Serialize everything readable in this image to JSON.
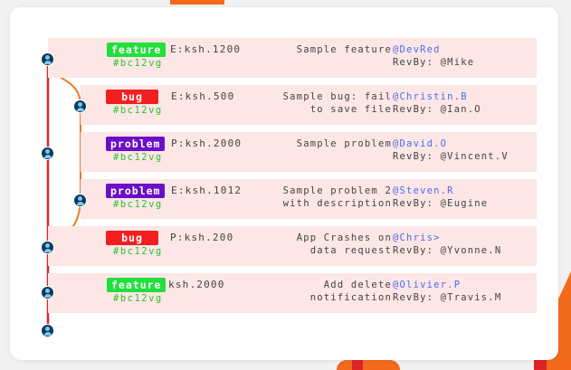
{
  "commits": [
    {
      "type": "feature",
      "badge": "feature",
      "hash": "#bc12vg",
      "code": "E:ksh.1200",
      "desc_line1": "Sample feature",
      "desc_line2": "",
      "author": "@DevRed",
      "reviewer": "RevBy: @Mike"
    },
    {
      "type": "bug",
      "badge": "bug",
      "hash": "#bc12vg",
      "code": "E:ksh.500",
      "desc_line1": "Sample bug: fail",
      "desc_line2": "to save file",
      "author": "@Christin.B",
      "reviewer": "RevBy: @Ian.O"
    },
    {
      "type": "problem",
      "badge": "problem",
      "hash": "#bc12vg",
      "code": "P:ksh.2000",
      "desc_line1": "Sample problem",
      "desc_line2": "",
      "author": "@David.O",
      "reviewer": "RevBy: @Vincent.V"
    },
    {
      "type": "problem",
      "badge": "problem",
      "hash": "#bc12vg",
      "code": "E:ksh.1012",
      "desc_line1": "Sample problem 2",
      "desc_line2": "with description",
      "author": "@Steven.R",
      "reviewer": "RevBy: @Eugine"
    },
    {
      "type": "bug",
      "badge": "bug",
      "hash": "#bc12vg",
      "code": "P:ksh.200",
      "desc_line1": "App Crashes on",
      "desc_line2": "data request",
      "author": "@Chris>",
      "reviewer": "RevBy: @Yvonne.N"
    },
    {
      "type": "feature",
      "badge": "feature",
      "hash": "#bc12vg",
      "code": "ksh.2000",
      "desc_line1": "Add delete",
      "desc_line2": "notification",
      "author": "@Olivier.P",
      "reviewer": "RevBy: @Travis.M"
    }
  ],
  "colors": {
    "feature": "#22e03c",
    "bug": "#f21f1f",
    "problem": "#6a0fc7",
    "branch": "#f07a2a",
    "main": "#e02424"
  },
  "icons": {
    "node": "user-avatar-icon"
  }
}
